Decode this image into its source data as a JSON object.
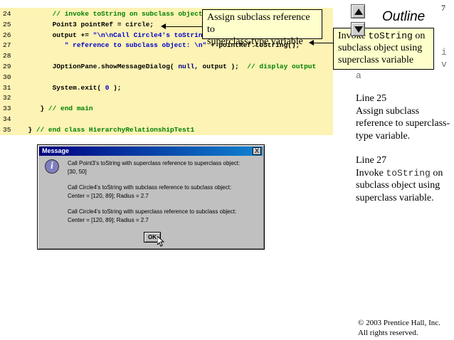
{
  "page_number": "7",
  "outline_title": "Outline",
  "code_lines": [
    {
      "num": "24",
      "parts": [
        {
          "t": "        ",
          "c": ""
        },
        {
          "t": "// invoke toString on subclass object",
          "c": "c-comment"
        }
      ]
    },
    {
      "num": "25",
      "parts": [
        {
          "t": "        Point3 pointRef = circle;",
          "c": ""
        }
      ]
    },
    {
      "num": "26",
      "parts": [
        {
          "t": "        output += ",
          "c": ""
        },
        {
          "t": "\"\\n\\nCall Circle4's toString with superclass\"",
          "c": "c-str"
        },
        {
          "t": " +",
          "c": ""
        }
      ]
    },
    {
      "num": "27",
      "parts": [
        {
          "t": "           ",
          "c": ""
        },
        {
          "t": "\" reference to subclass object: \\n\"",
          "c": "c-str"
        },
        {
          "t": " + pointRef.toString();",
          "c": ""
        }
      ]
    },
    {
      "num": "28",
      "parts": []
    },
    {
      "num": "29",
      "parts": [
        {
          "t": "        JOptionPane.showMessageDialog( ",
          "c": ""
        },
        {
          "t": "null",
          "c": "c-kw"
        },
        {
          "t": ", output );  ",
          "c": ""
        },
        {
          "t": "// display output",
          "c": "c-comment"
        }
      ]
    },
    {
      "num": "30",
      "parts": []
    },
    {
      "num": "31",
      "parts": [
        {
          "t": "        System.exit( ",
          "c": ""
        },
        {
          "t": "0",
          "c": "c-str"
        },
        {
          "t": " );",
          "c": ""
        }
      ]
    },
    {
      "num": "32",
      "parts": []
    },
    {
      "num": "33",
      "parts": [
        {
          "t": "     } ",
          "c": ""
        },
        {
          "t": "// end main",
          "c": "c-comment"
        }
      ]
    },
    {
      "num": "34",
      "parts": []
    },
    {
      "num": "35",
      "parts": [
        {
          "t": "  } ",
          "c": ""
        },
        {
          "t": "// end class HierarchyRelationshipTest1",
          "c": "c-comment"
        }
      ]
    }
  ],
  "callout1": {
    "line1": "Assign subclass reference to",
    "line2": "superclass-type variable"
  },
  "callout2": {
    "line1_pre": "Invoke ",
    "line1_mono": "toString",
    "line1_post": " on",
    "line2": "subclass object using",
    "line3": "superclass variable"
  },
  "hidden_fragments": {
    "a": "i",
    "b": "v",
    "c": "a"
  },
  "notes": {
    "n1_title": "Line 25",
    "n1_body": "Assign subclass reference to superclass-type variable.",
    "n2_title": "Line 27",
    "n2_pre": "Invoke ",
    "n2_mono": "toString",
    "n2_post": " on subclass object using superclass variable."
  },
  "dialog": {
    "title": "Message",
    "close_label": "X",
    "icon_glyph": "i",
    "lines": [
      "Call Point3's toString with superclass reference to superclass object:",
      "[30, 50]",
      "",
      "Call Circle4's toString with subclass reference to subclass object:",
      "Center = [120, 89]; Radius = 2.7",
      "",
      "Call Circle4's toString with superclass reference to subclass object:",
      "Center = [120, 89]; Radius = 2.7"
    ],
    "ok_label": "OK"
  },
  "footer": {
    "copyright": "© 2003 Prentice Hall, Inc.",
    "rights": "All rights reserved."
  },
  "colors": {
    "code_bg": "#fcf3b4",
    "callout_bg": "#ffffcc",
    "comment": "#008000",
    "string": "#0000cc",
    "titlebar": "#000080"
  }
}
